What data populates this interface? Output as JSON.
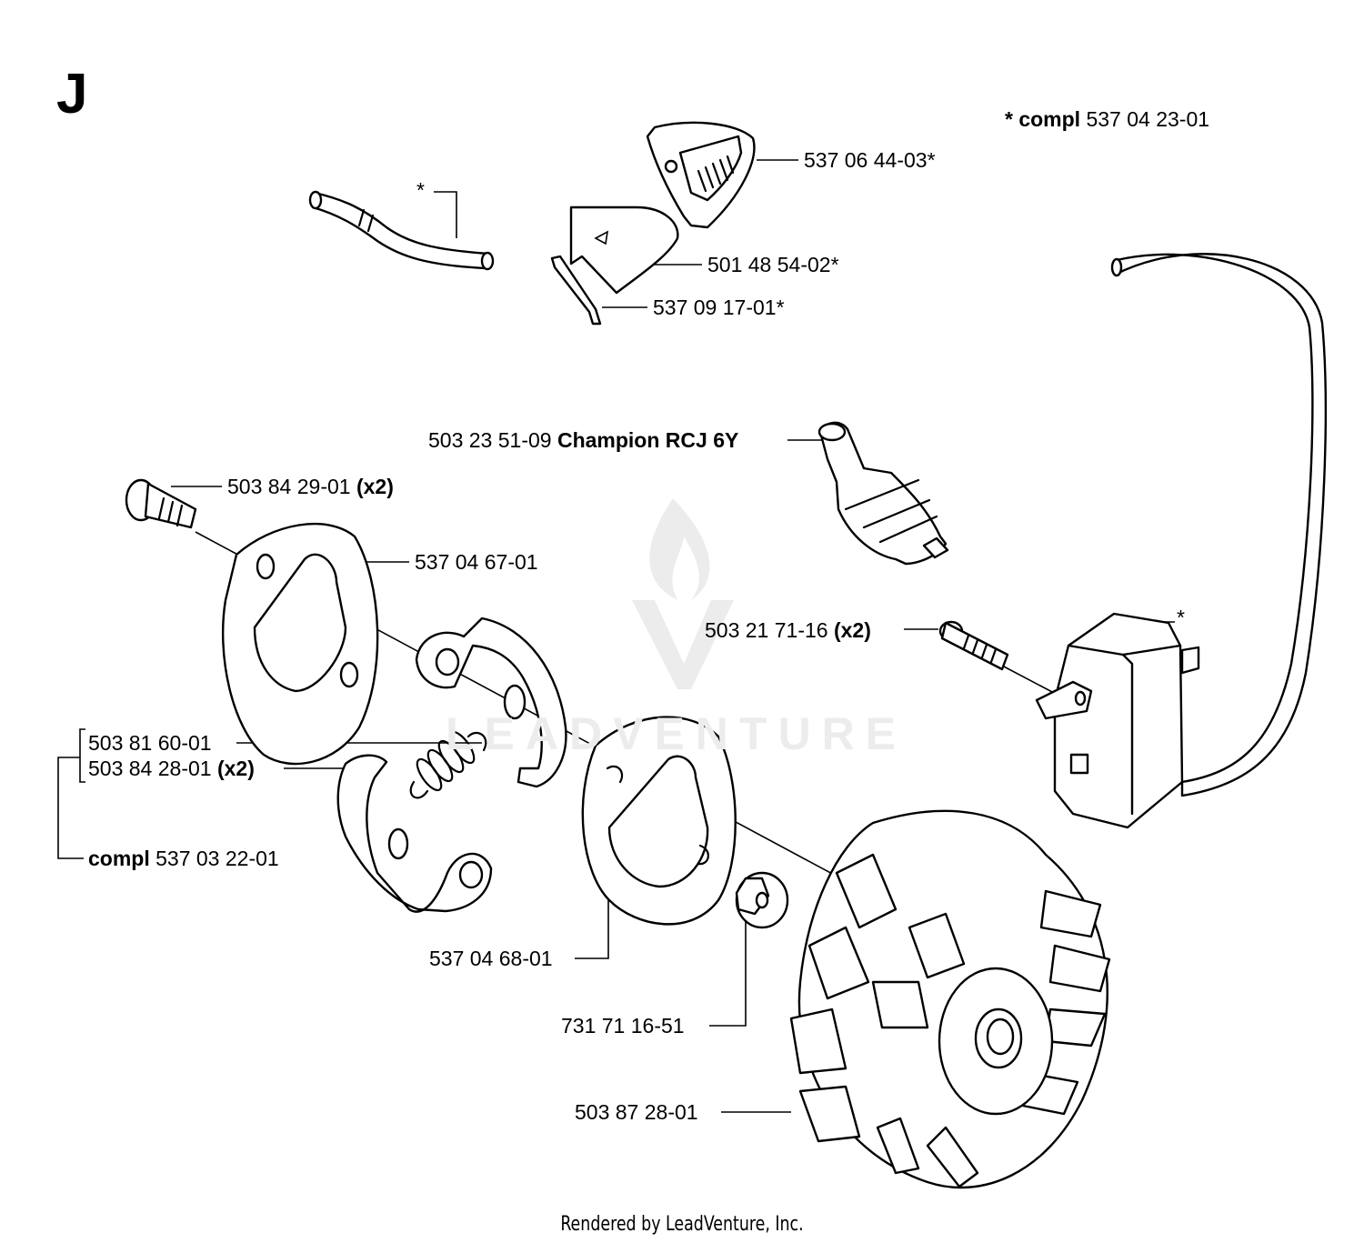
{
  "section_letter": "J",
  "footer": "Rendered by LeadVenture, Inc.",
  "watermark": "LEADVENTURE",
  "callouts": {
    "kit": {
      "bold": "* compl",
      "text": "537 04 23-01"
    },
    "cover": {
      "text": "537 06 44-03*"
    },
    "plate": {
      "text": "501 48 54-02*"
    },
    "pin": {
      "text": "537 09 17-01*"
    },
    "hose": {
      "text": "*"
    },
    "spark_plug": {
      "text": "503 23 51-09",
      "bold": "Champion RCJ 6Y"
    },
    "screw_top": {
      "text": "503 84 29-01",
      "bold": "(x2)"
    },
    "washer_plate_top": {
      "text": "537 04 67-01"
    },
    "ignition_screw": {
      "text": "503 21 71-16",
      "bold": "(x2)"
    },
    "ignition_module": {
      "text": "*"
    },
    "spring": {
      "text": "503 81 60-01"
    },
    "shoe_screw": {
      "text": "503 84 28-01",
      "bold": "(x2)"
    },
    "clutch_compl": {
      "bold": "compl",
      "text": "537 03 22-01"
    },
    "washer_plate_bottom": {
      "text": "537 04 68-01"
    },
    "nut": {
      "text": "731 71 16-51"
    },
    "flywheel": {
      "text": "503 87 28-01"
    }
  }
}
